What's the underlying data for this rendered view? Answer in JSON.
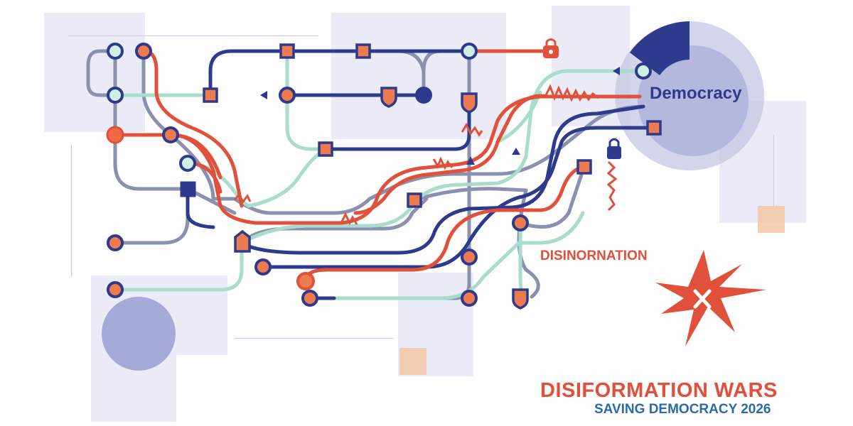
{
  "labels": {
    "democracy": "Democracy",
    "disinformation": "DISINORNATION"
  },
  "footer": {
    "title": "DISIFORMATION WARS",
    "subtitle": "SAVING DEMOCRACY 2026"
  },
  "icons": {
    "lock": "lock-icon",
    "shield": "shield-icon",
    "burst": "burst-x-icon",
    "zigzag": "zigzag-icon"
  },
  "colors": {
    "navy": "#2e3a8c",
    "red": "#e0503a",
    "mint": "#a8dccb",
    "slate": "#8a90ad",
    "panel": "#e6e7f4",
    "peach": "#f4c7a8",
    "subtitle_blue": "#2a6ba6"
  }
}
